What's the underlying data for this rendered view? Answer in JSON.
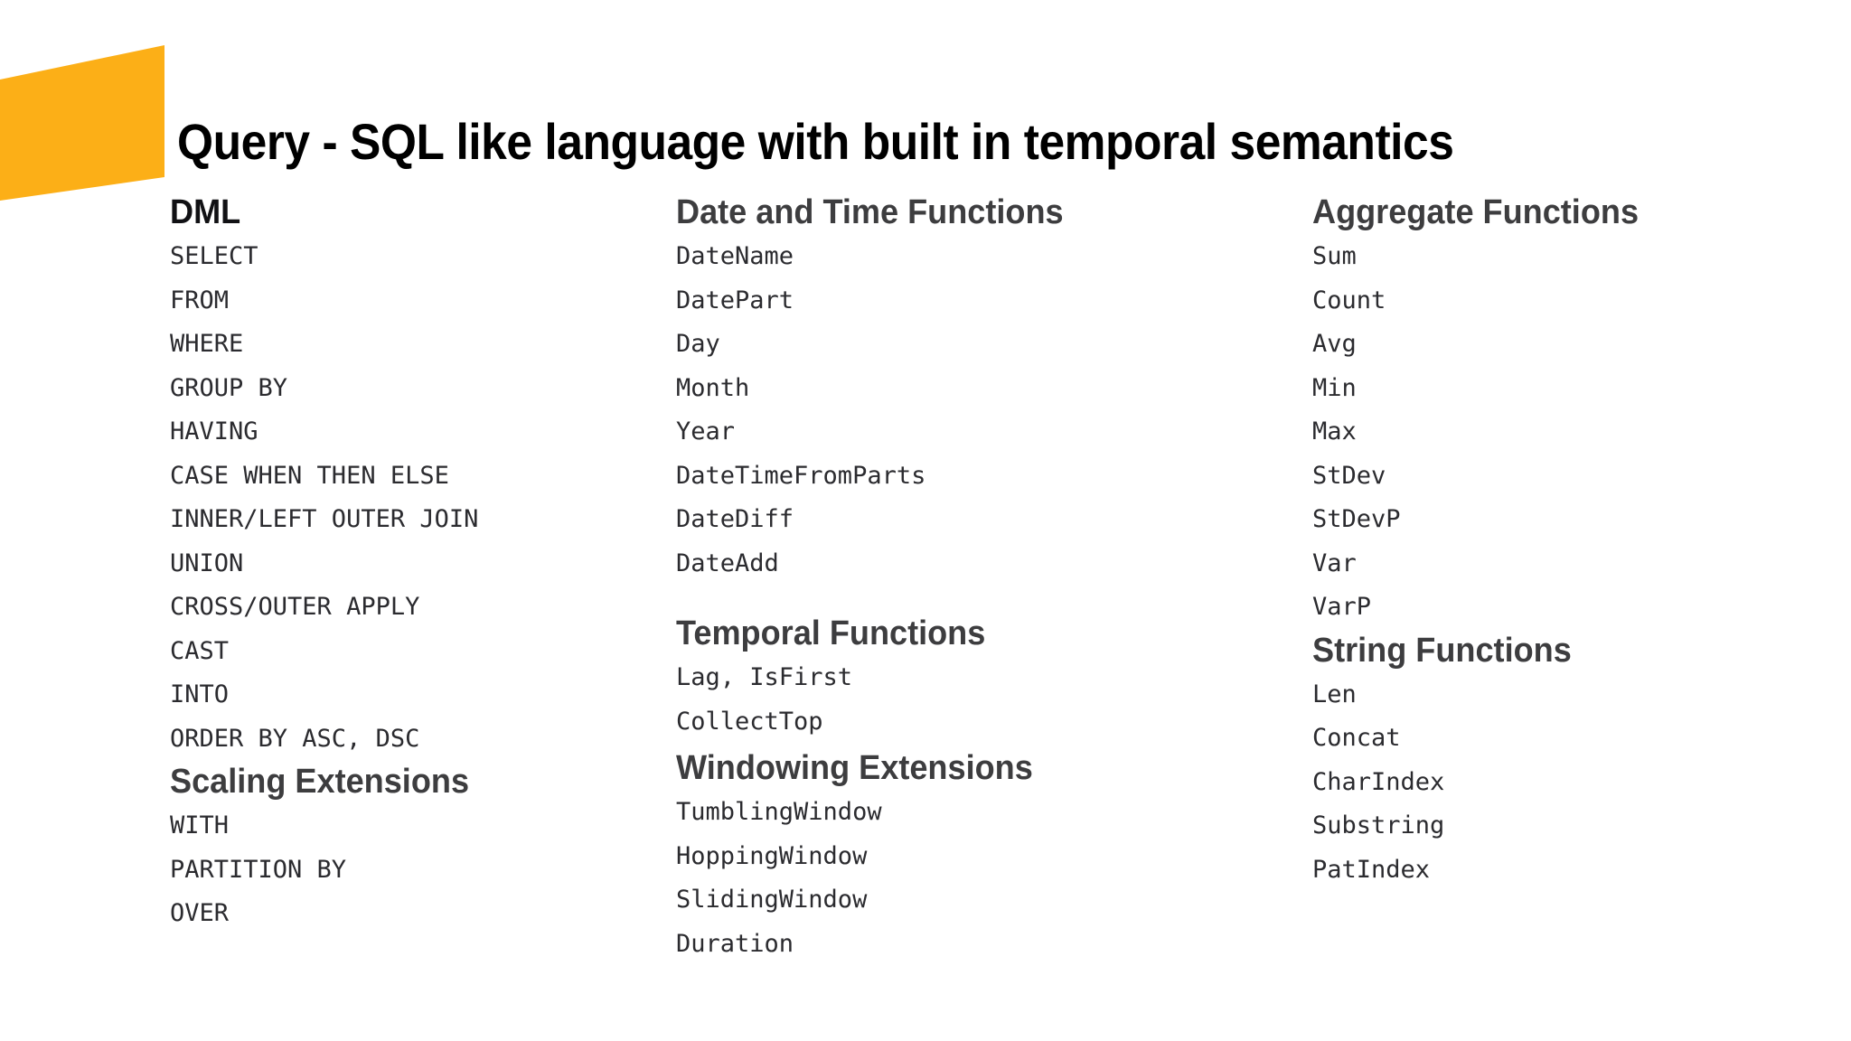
{
  "slide": {
    "title": "Query - SQL like language with built in temporal semantics",
    "accent_color": "#FCAF17",
    "heading_color": "#3d3d3f",
    "body_color": "#2b2b2f",
    "background_color": "#FFFFFF"
  },
  "columns": [
    {
      "id": "column-1",
      "sections": [
        {
          "heading": "DML",
          "items": [
            "SELECT",
            "FROM",
            "WHERE",
            "GROUP BY",
            "HAVING",
            "CASE WHEN THEN ELSE",
            "INNER/LEFT OUTER JOIN",
            "UNION",
            "CROSS/OUTER APPLY",
            "CAST",
            "INTO",
            "ORDER BY ASC, DSC"
          ]
        },
        {
          "heading": "Scaling Extensions",
          "items": [
            "WITH",
            "PARTITION BY",
            "OVER"
          ]
        }
      ]
    },
    {
      "id": "column-2",
      "sections": [
        {
          "heading": "Date and Time Functions",
          "items": [
            "DateName",
            "DatePart",
            "Day",
            "Month",
            "Year",
            "DateTimeFromParts",
            "DateDiff",
            "DateAdd"
          ]
        },
        {
          "heading": "Temporal Functions",
          "items": [
            "Lag, IsFirst",
            "CollectTop"
          ]
        },
        {
          "heading": "Windowing Extensions",
          "items": [
            "TumblingWindow",
            "HoppingWindow",
            "SlidingWindow",
            "Duration"
          ]
        }
      ]
    },
    {
      "id": "column-3",
      "sections": [
        {
          "heading": "Aggregate Functions",
          "items": [
            "Sum",
            "Count",
            "Avg",
            "Min",
            "Max",
            "StDev",
            "StDevP",
            "Var",
            "VarP"
          ]
        },
        {
          "heading": "String Functions",
          "items": [
            "Len",
            "Concat",
            "CharIndex",
            "Substring",
            "PatIndex"
          ]
        }
      ]
    }
  ]
}
